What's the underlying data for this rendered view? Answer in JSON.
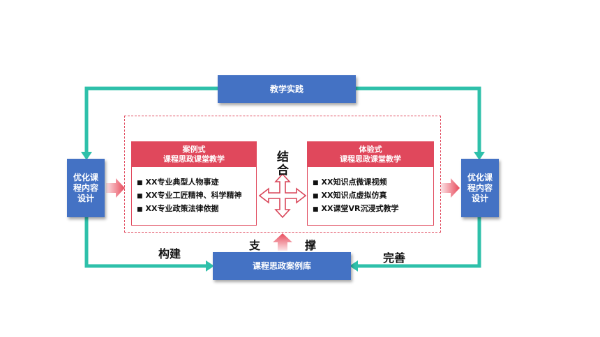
{
  "diagram": {
    "top_box": "教学实践",
    "bottom_box": "课程思政案例库",
    "left_box": [
      "优化课",
      "程内容",
      "设计"
    ],
    "right_box": [
      "优化课",
      "程内容",
      "设计"
    ],
    "bullet": "■",
    "left_panel": {
      "title": [
        "案例式",
        "课程思政课堂教学"
      ],
      "items": [
        "XX专业典型人物事迹",
        "XX专业工匠精神、科学精神",
        "XX专业政策法律依据"
      ]
    },
    "right_panel": {
      "title": [
        "体验式",
        "课程思政课堂教学"
      ],
      "items": [
        "XX知识点微课视频",
        "XX知识点虚拟仿真",
        "XX课堂VR沉浸式教学"
      ]
    },
    "center_label": [
      "结",
      "合"
    ],
    "support_label": [
      "支",
      "撑"
    ],
    "build_label": "构建",
    "improve_label": "完善"
  },
  "colors": {
    "box_blue": "#4472C4",
    "connector_teal": "#2EC0AA",
    "panel_red": "#E0485C",
    "arrow_pink_light": "#F9D6DA",
    "arrow_pink_dark": "#E8495A"
  }
}
